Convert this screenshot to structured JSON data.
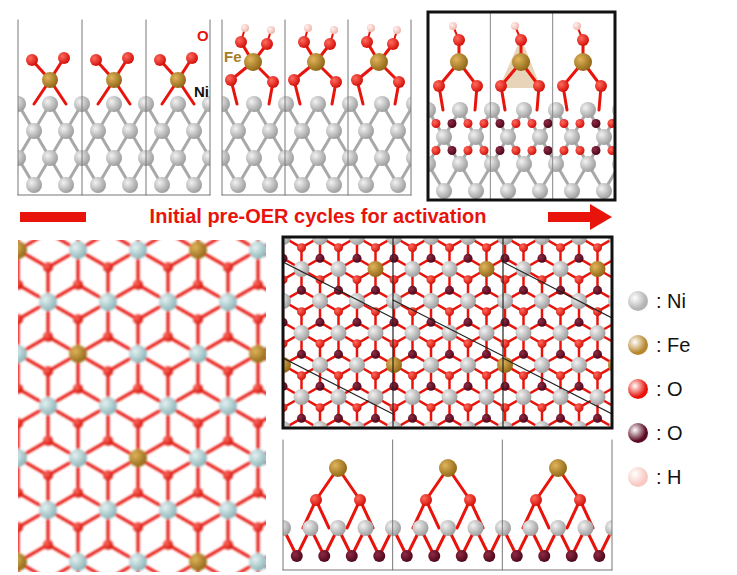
{
  "diagram": {
    "labels": [
      "O",
      "Ni",
      "Fe",
      "Initial pre-OER cycles for activation"
    ],
    "legend": [
      {
        "text": ": Ni",
        "color": "#b4b4b4"
      },
      {
        "text": ": Fe",
        "color": "#b8862c"
      },
      {
        "text": ": O",
        "color": "#e8140c"
      },
      {
        "text": ": O",
        "color": "#5c0a22"
      },
      {
        "text": ": H",
        "color": "#f7c9c2"
      }
    ]
  }
}
